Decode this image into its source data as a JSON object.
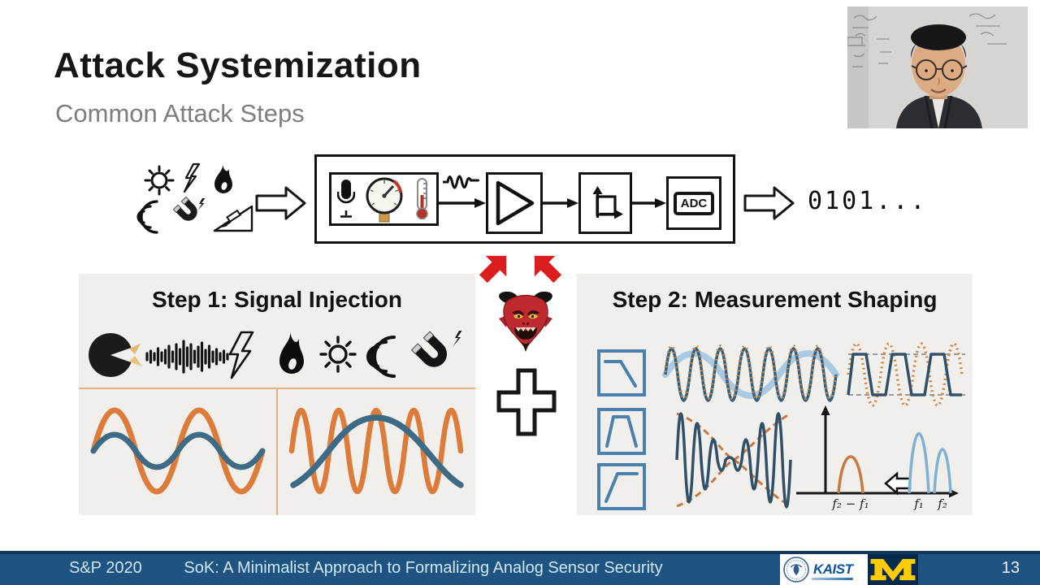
{
  "slide": {
    "title": "Attack Systemization",
    "subtitle": "Common Attack Steps"
  },
  "pipeline": {
    "stimuli_icons": [
      "sun",
      "lightning",
      "flame",
      "sound-waves",
      "magnet",
      "tilt-incline"
    ],
    "sensor_icons": [
      "microphone",
      "pressure-gauge",
      "thermometer"
    ],
    "block_icons": [
      "signal-squiggle",
      "amplifier-triangle",
      "sample-hold",
      "adc"
    ],
    "adc_label": "ADC",
    "output_bits": "0101..."
  },
  "attacker": {
    "icon": "devil-face",
    "arrow_color": "#da1d1d",
    "combiner_icon": "plus-sign"
  },
  "step1": {
    "header": "Step 1: Signal Injection",
    "icons": [
      "speaking-head",
      "audio-waveform",
      "lightning",
      "flame",
      "sun",
      "sound-waves",
      "magnet"
    ],
    "wave_colors": {
      "strong": "#dd7c3a",
      "weak": "#3d6b85"
    }
  },
  "step2": {
    "header": "Step 2: Measurement Shaping",
    "filter_icons": [
      "low-pass-filter",
      "band-pass-filter",
      "high-pass-filter"
    ],
    "plots": [
      "aliasing-sampling",
      "saturation-clipping",
      "amplitude-modulation",
      "frequency-spectrum"
    ],
    "freq_plot": {
      "diff": "f₂ − f₁",
      "f1": "f₁",
      "f2": "f₂"
    }
  },
  "footer": {
    "conference": "S&P 2020",
    "title": "SoK: A Minimalist Approach to Formalizing Analog Sensor Security",
    "page": "13",
    "kaist": "KAIST",
    "logos": [
      "zhejiang-university-seal",
      "kaist-logo",
      "michigan-block-m"
    ],
    "bar_color": "#1f5381"
  },
  "colors": {
    "panel_bg": "#f0efec",
    "divider": "#e2b184",
    "accent_orange": "#dd7c3a",
    "accent_blue": "#3d6b85",
    "light_blue": "#aac9e3",
    "filter_blue": "#4a80ad"
  }
}
